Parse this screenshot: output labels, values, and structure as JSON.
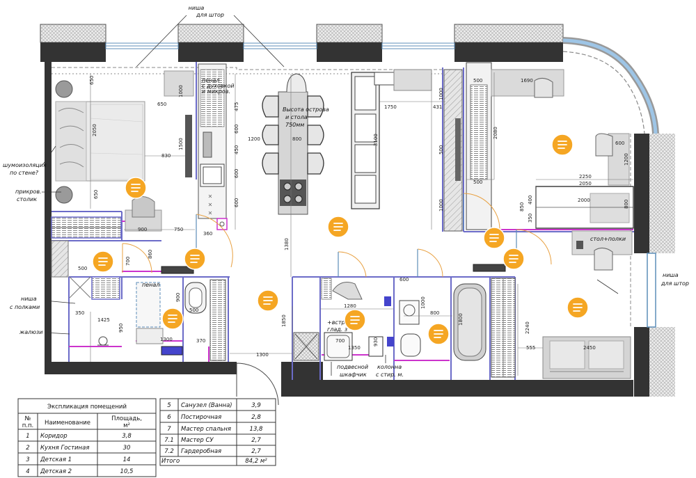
{
  "labels": {
    "niche_curtains_top_1": "ниша",
    "niche_curtains_top_2": "для штор",
    "noise_1": "шумоизоляция",
    "noise_2": "по стене?",
    "bedside_1": "прикров.",
    "bedside_2": "столик",
    "penal_oven_1": "пенал",
    "penal_oven_2": "с духовкой",
    "penal_oven_3": "и микров.",
    "island_1": "Высота острова",
    "island_2": "и стола",
    "island_3": "750мм",
    "desk_shelves": "стол+полки",
    "niche_curtains_right_1": "ниша",
    "niche_curtains_right_2": "для штор",
    "niche_shelves_1": "ниша",
    "niche_shelves_2": "с полками",
    "shower": "жалюзи",
    "penal": "пенал",
    "built_in": "+встроен",
    "ironing": "глад. з",
    "hanging_cabinet_1": "подвесной",
    "hanging_cabinet_2": "шкафчик",
    "column_1": "колонна",
    "column_2": "с стир. м."
  },
  "dimensions": {
    "d650a": "650",
    "d650b": "650",
    "d650c": "650",
    "d2050": "2050",
    "d830": "830",
    "d1500": "1500",
    "d1000a": "1000",
    "d900": "900",
    "d750": "750",
    "d360": "360",
    "d475": "475",
    "d600a": "600",
    "d450": "450",
    "d600b": "600",
    "d600c": "600",
    "d1200": "1200",
    "d800": "800",
    "d1380": "1380",
    "d1750": "1750",
    "d3100": "3100",
    "d431": "431",
    "d1000b": "1000",
    "d500a": "500",
    "d1000c": "1000",
    "d500b": "500",
    "d2080": "2080",
    "d1690": "1690",
    "d600d": "600",
    "d1200b": "1200",
    "d2250": "2250",
    "d2050b": "2050",
    "d2000": "2000",
    "d850": "850",
    "d400": "400",
    "d350": "350",
    "d800b": "800",
    "d700": "700",
    "d860": "860",
    "d500c": "500",
    "d350b": "350",
    "d1425": "1425",
    "d950": "950",
    "d1300": "1300",
    "d900b": "900",
    "d500d": "500",
    "d1300b": "1300",
    "d370": "370",
    "d1850": "1850",
    "d1280": "1280",
    "d700b": "700",
    "d1350": "1350",
    "d930": "930",
    "d1000d": "1000",
    "d800c": "800",
    "d1800": "1800",
    "d2240": "2240",
    "d555": "555",
    "d2450": "2450",
    "d500e": "500",
    "d600e": "600"
  },
  "explication": {
    "title": "Экспликация помещений",
    "col_no": "№",
    "col_no_2": "п.п.",
    "col_name": "Наименование",
    "col_area": "Площадь,",
    "col_area_unit": "м²",
    "rows_left": [
      {
        "no": "1",
        "name": "Коридор",
        "area": "3,8"
      },
      {
        "no": "2",
        "name": "Кухня Гостиная",
        "area": "30"
      },
      {
        "no": "3",
        "name": "Детская 1",
        "area": "14"
      },
      {
        "no": "4",
        "name": "Детская 2",
        "area": "10,5"
      }
    ],
    "rows_right": [
      {
        "no": "5",
        "name": "Санузел (Ванна)",
        "area": "3,9"
      },
      {
        "no": "6",
        "name": "Постирочная",
        "area": "2,8"
      },
      {
        "no": "7",
        "name": "Мастер спальня",
        "area": "13,8"
      },
      {
        "no": "7.1",
        "name": "Мастер СУ",
        "area": "2,7"
      },
      {
        "no": "7.2",
        "name": "Гардеробная",
        "area": "2,7"
      }
    ],
    "total_label": "Итого",
    "total_value": "84,2 м²"
  },
  "colors": {
    "wall": "#333333",
    "partition": "#6b6bc8",
    "magenta": "#cc33cc",
    "window_blue": "#9ec5e6",
    "comment_badge": "#f5a623",
    "furniture_fill": "#d6d6d6"
  },
  "comment_markers": [
    {
      "icon": "comment-icon"
    },
    {
      "icon": "comment-icon"
    },
    {
      "icon": "comment-icon"
    },
    {
      "icon": "comment-icon"
    },
    {
      "icon": "comment-icon"
    },
    {
      "icon": "comment-icon"
    },
    {
      "icon": "comment-icon"
    },
    {
      "icon": "comment-icon"
    },
    {
      "icon": "comment-icon"
    },
    {
      "icon": "comment-icon"
    },
    {
      "icon": "comment-icon"
    },
    {
      "icon": "comment-icon"
    },
    {
      "icon": "comment-icon"
    }
  ]
}
